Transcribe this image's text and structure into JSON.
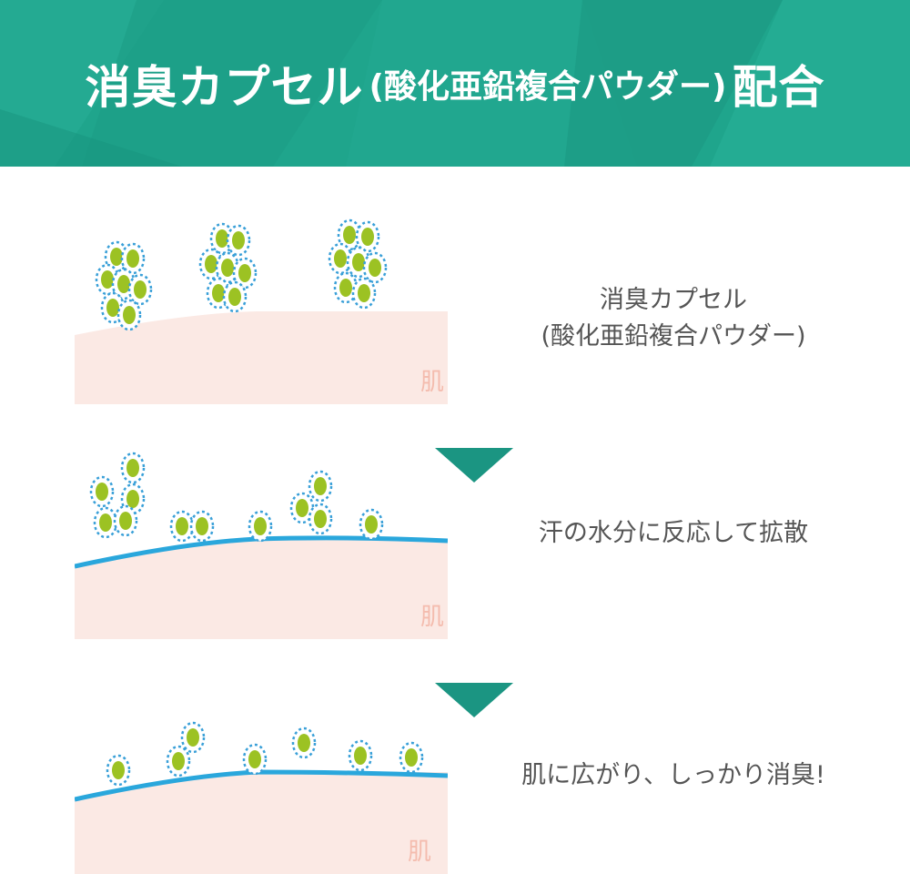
{
  "banner": {
    "title_main": "消臭カプセル",
    "title_paren": "(酸化亜鉛複合パウダー)",
    "title_end": "配合",
    "color": "#1fa58c"
  },
  "colors": {
    "skin": "#fbe9e4",
    "skin_label": "#f4bcae",
    "sweat_line": "#2aa7dc",
    "capsule_fill": "#9cc223",
    "capsule_ring": "#3aa0d8",
    "arrow": "#1b9582",
    "text": "#555555"
  },
  "steps": [
    {
      "skin_label": "肌",
      "line1": "消臭カプセル",
      "line2": "(酸化亜鉛複合パウダー)"
    },
    {
      "skin_label": "肌",
      "line1": "汗の水分に反応して拡散"
    },
    {
      "skin_label": "肌",
      "line1": "肌に広がり、しっかり消臭!"
    }
  ]
}
